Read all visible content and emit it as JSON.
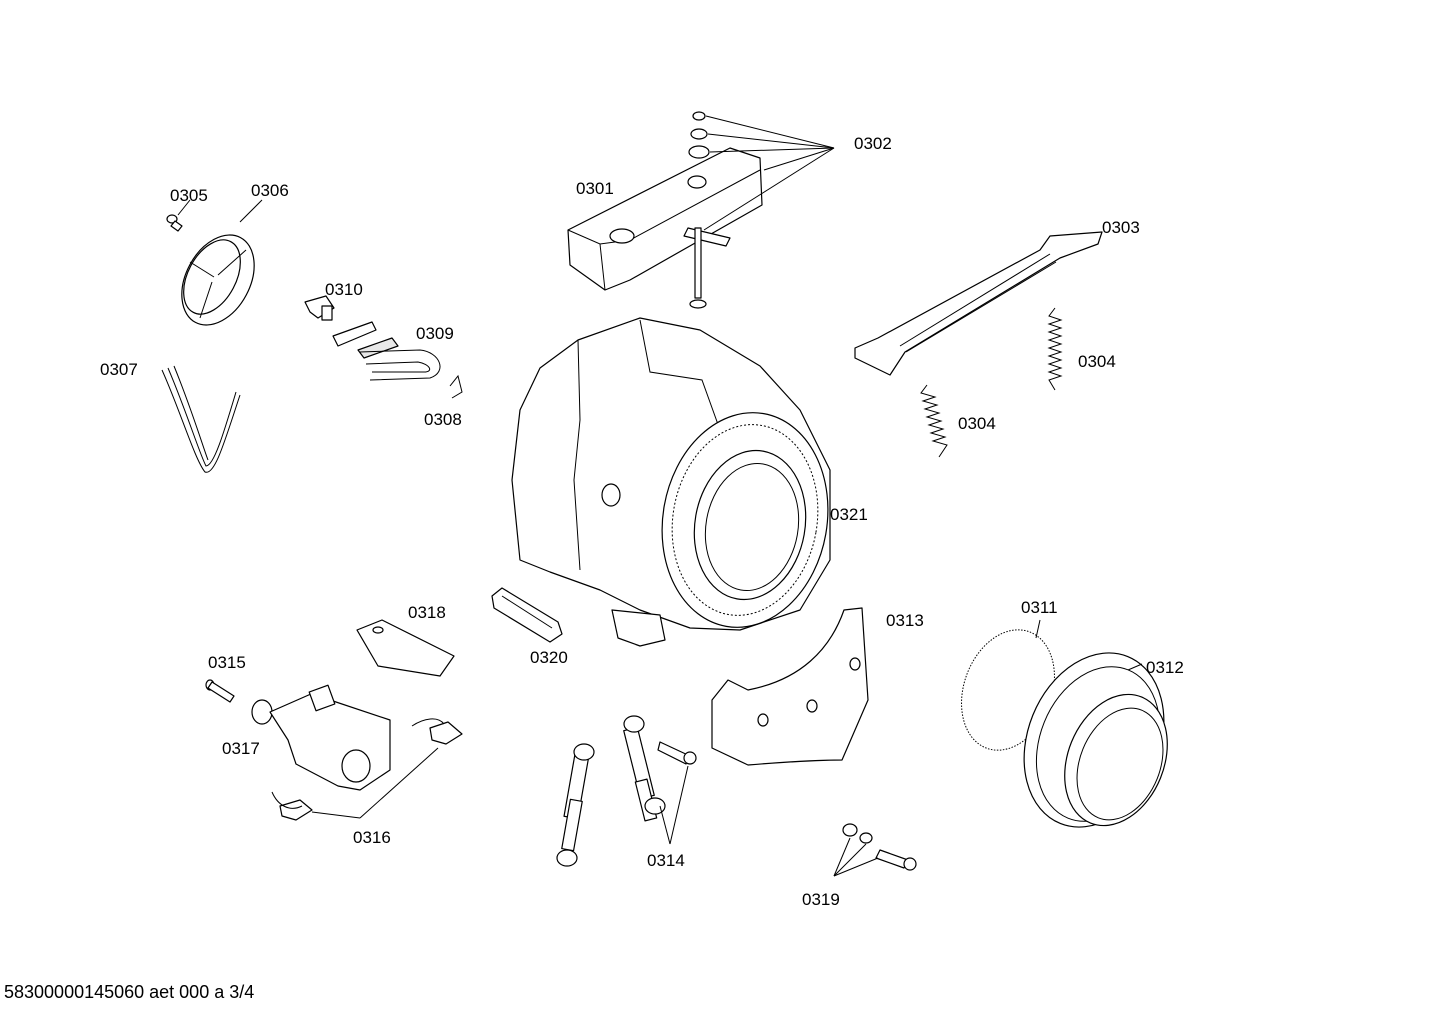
{
  "labels": {
    "l0301": "0301",
    "l0302": "0302",
    "l0303": "0303",
    "l0304a": "0304",
    "l0304b": "0304",
    "l0305": "0305",
    "l0306": "0306",
    "l0307": "0307",
    "l0308": "0308",
    "l0309": "0309",
    "l0310": "0310",
    "l0311": "0311",
    "l0312": "0312",
    "l0313": "0313",
    "l0314": "0314",
    "l0315": "0315",
    "l0316": "0316",
    "l0317": "0317",
    "l0318": "0318",
    "l0319": "0319",
    "l0320": "0320",
    "l0321": "0321"
  },
  "footer": "58300000145060 aet 000 a 3/4"
}
